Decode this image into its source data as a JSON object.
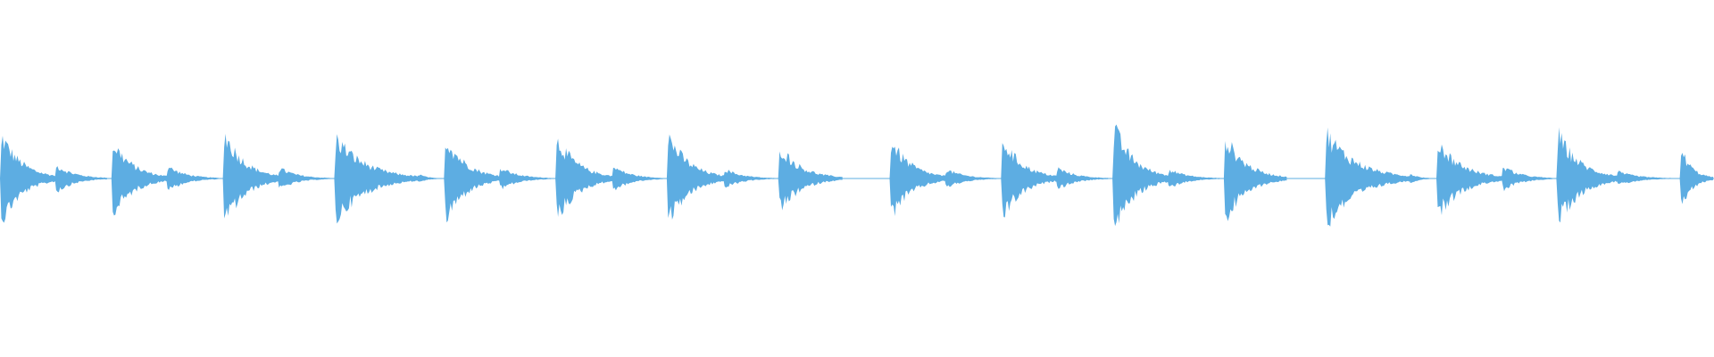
{
  "waveform": {
    "color": "#5DADE2",
    "background": "#ffffff",
    "beats": [
      {
        "onset": 0.0,
        "peak": 0.32,
        "echo_onset": 0.032,
        "echo_peak": 0.1
      },
      {
        "onset": 0.065,
        "peak": 0.27,
        "echo_onset": 0.097,
        "echo_peak": 0.09
      },
      {
        "onset": 0.13,
        "peak": 0.34,
        "echo_onset": 0.162,
        "echo_peak": 0.08
      },
      {
        "onset": 0.195,
        "peak": 0.3,
        "echo_onset": 0.243,
        "echo_peak": 0.04
      },
      {
        "onset": 0.259,
        "peak": 0.31,
        "echo_onset": 0.291,
        "echo_peak": 0.08
      },
      {
        "onset": 0.324,
        "peak": 0.3,
        "echo_onset": 0.357,
        "echo_peak": 0.09
      },
      {
        "onset": 0.389,
        "peak": 0.32,
        "echo_onset": 0.422,
        "echo_peak": 0.07
      },
      {
        "onset": 0.454,
        "peak": 0.24,
        "echo_onset": 0.487,
        "echo_peak": 0.0
      },
      {
        "onset": 0.519,
        "peak": 0.28,
        "echo_onset": 0.551,
        "echo_peak": 0.07
      },
      {
        "onset": 0.584,
        "peak": 0.29,
        "echo_onset": 0.616,
        "echo_peak": 0.08
      },
      {
        "onset": 0.649,
        "peak": 0.38,
        "echo_onset": 0.681,
        "echo_peak": 0.07
      },
      {
        "onset": 0.714,
        "peak": 0.31,
        "echo_onset": 0.746,
        "echo_peak": 0.0
      },
      {
        "onset": 0.773,
        "peak": 0.33,
        "echo_onset": 0.822,
        "echo_peak": 0.04
      },
      {
        "onset": 0.838,
        "peak": 0.27,
        "echo_onset": 0.876,
        "echo_peak": 0.09
      },
      {
        "onset": 0.908,
        "peak": 0.33,
        "echo_onset": 0.943,
        "echo_peak": 0.05
      },
      {
        "onset": 0.98,
        "peak": 0.23,
        "echo_onset": 1.0,
        "echo_peak": 0.0
      }
    ]
  }
}
